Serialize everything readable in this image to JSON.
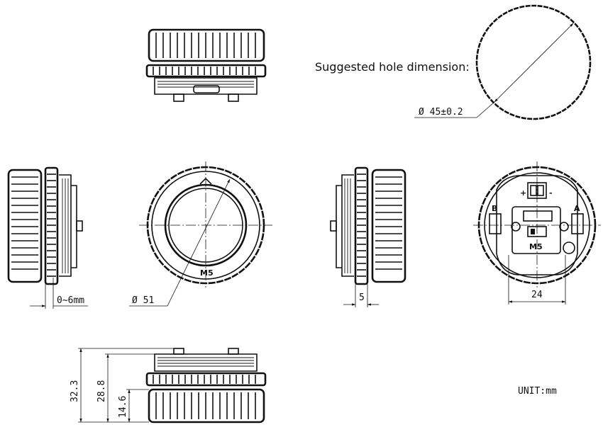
{
  "labels": {
    "hole_title": "Suggested hole dimension:",
    "hole_dim": "Ø 45±0.2",
    "diameter": "Ø 51",
    "adjust_range": "0~6mm",
    "depth_5": "5",
    "width_24": "24",
    "h_32_3": "32.3",
    "h_28_8": "28.8",
    "h_14_6": "14.6",
    "unit": "UNIT:mm",
    "brand_mark": "M5",
    "plus": "+",
    "minus": "-",
    "port_b": "B",
    "port_a": "A"
  }
}
